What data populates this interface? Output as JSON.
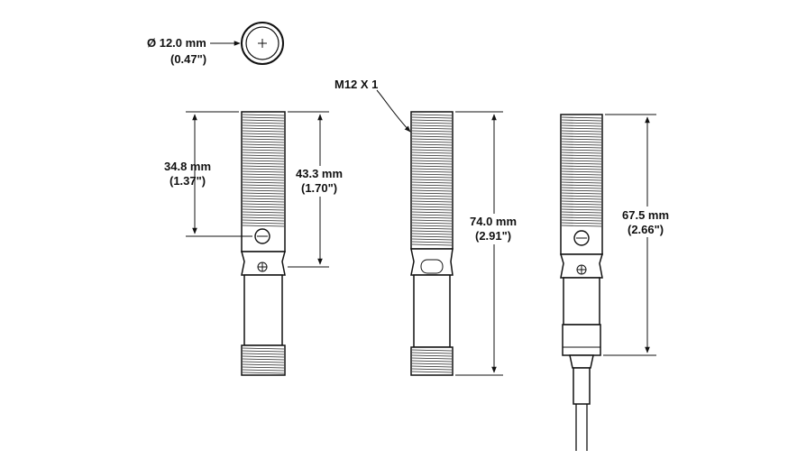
{
  "labels": {
    "diameter": "Ø 12.0 mm",
    "diameter_in": "(0.47\")",
    "thread": "M12 X 1",
    "dim_thread_len": "34.8 mm",
    "dim_thread_len_in": "(1.37\")",
    "dim_body_len": "43.3 mm",
    "dim_body_len_in": "(1.70\")",
    "dim_total_len": "74.0 mm",
    "dim_total_len_in": "(2.91\")",
    "dim_cable_len": "67.5 mm",
    "dim_cable_len_in": "(2.66\")"
  }
}
